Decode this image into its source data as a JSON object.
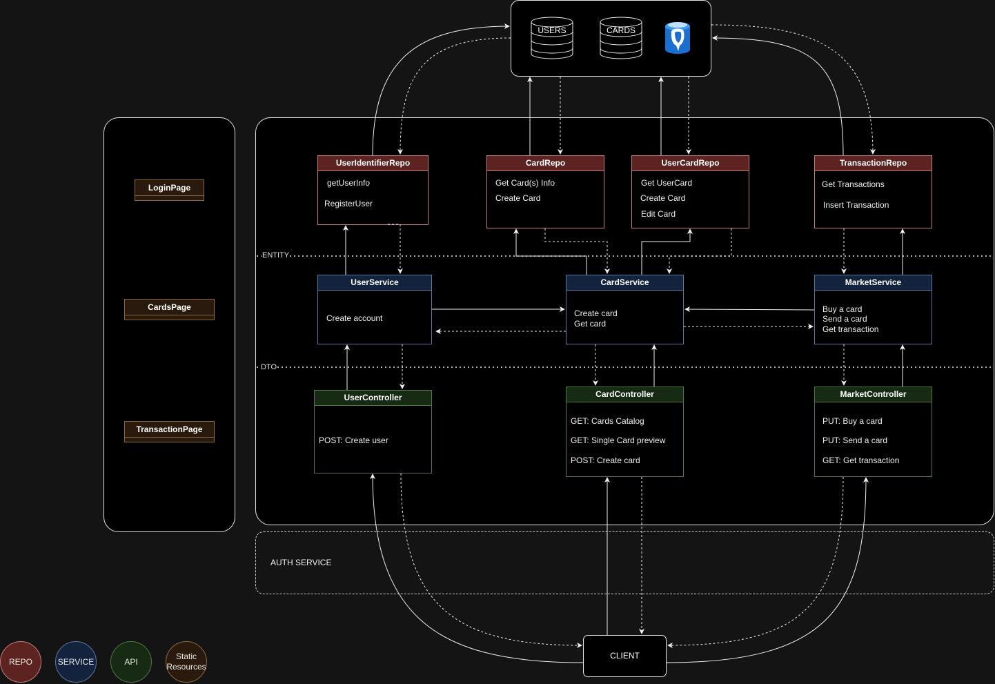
{
  "database": {
    "users_label": "USERS",
    "cards_label": "CARDS",
    "postgres_icon": "postgresql-icon"
  },
  "separators": {
    "entity": "ENTITY",
    "dto": "DTO"
  },
  "pages": [
    {
      "label": "LoginPage"
    },
    {
      "label": "CardsPage"
    },
    {
      "label": "TransactionPage"
    }
  ],
  "repos": {
    "user_identifier": {
      "title": "UserIdentifierRepo",
      "items": [
        "getUserInfo",
        "RegisterUser"
      ]
    },
    "card": {
      "title": "CardRepo",
      "items": [
        "Get Card(s) Info",
        "Create Card"
      ]
    },
    "user_card": {
      "title": "UserCardRepo",
      "items": [
        "Get UserCard",
        "Create Card",
        "Edit Card"
      ]
    },
    "transaction": {
      "title": "TransactionRepo",
      "items": [
        "Get Transactions",
        "Insert Transaction"
      ]
    }
  },
  "services": {
    "user": {
      "title": "UserService",
      "items": [
        "Create account"
      ]
    },
    "card": {
      "title": "CardService",
      "items": [
        "Create card",
        "Get card"
      ]
    },
    "market": {
      "title": "MarketService",
      "items": [
        "Buy a card",
        "Send a card",
        "Get transaction"
      ]
    }
  },
  "controllers": {
    "user": {
      "title": "UserController",
      "items": [
        "POST: Create user"
      ]
    },
    "card": {
      "title": "CardController",
      "items": [
        "GET: Cards Catalog",
        "GET: Single Card preview",
        "POST: Create card"
      ]
    },
    "market": {
      "title": "MarketController",
      "items": [
        "PUT: Buy a card",
        "PUT: Send a card",
        "GET: Get transaction"
      ]
    }
  },
  "auth_service": "AUTH SERVICE",
  "client": "CLIENT",
  "legend": [
    {
      "label": "REPO",
      "color": "#5c2320",
      "border": "#c77b7b"
    },
    {
      "label": "SERVICE",
      "color": "#13233d",
      "border": "#5877a6"
    },
    {
      "label": "API",
      "color": "#172a13",
      "border": "#4d7a3e"
    },
    {
      "label_line1": "Static",
      "label_line2": "Resources",
      "color": "#2a1a0d",
      "border": "#8a6a40"
    }
  ]
}
